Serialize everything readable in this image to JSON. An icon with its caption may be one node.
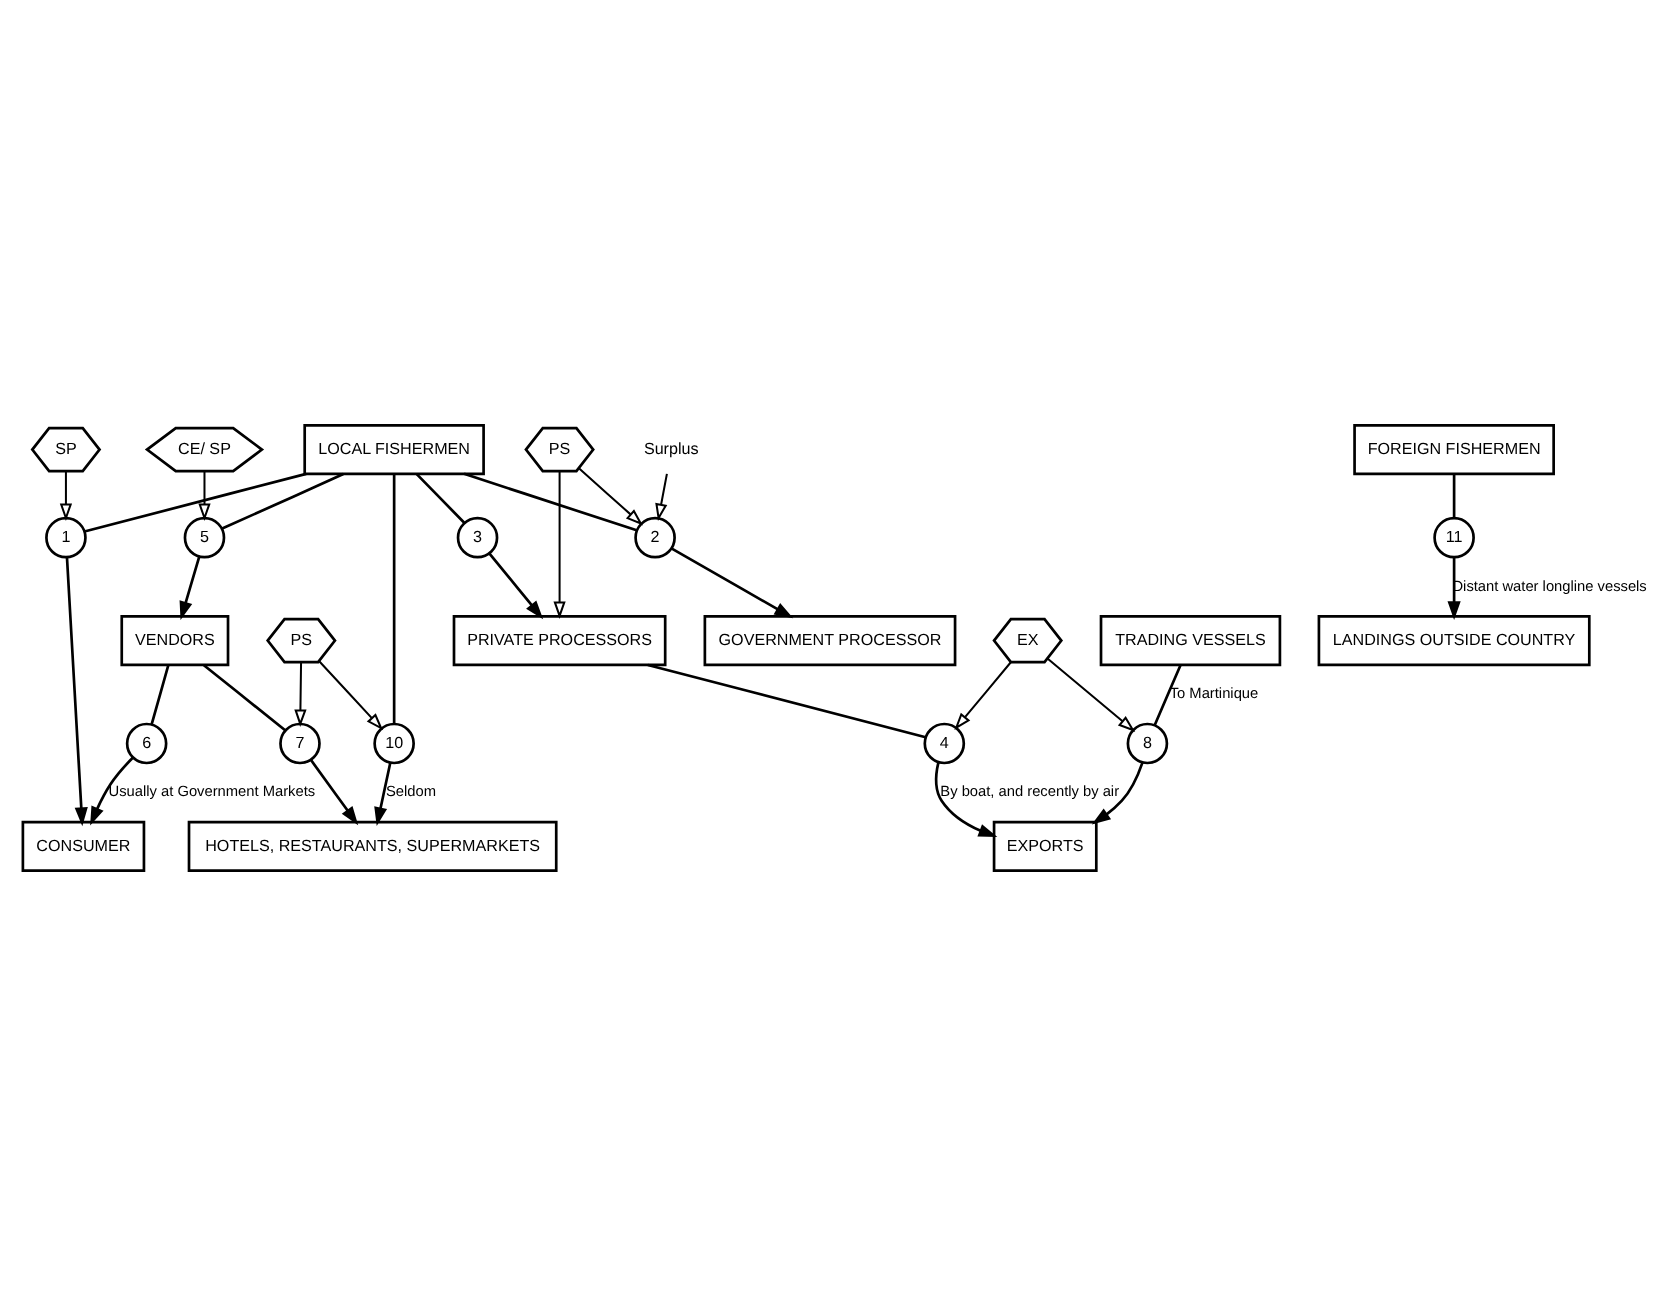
{
  "diagram": {
    "nodes": [
      {
        "text": [
          "CONSUMER"
        ]
      },
      {
        "text": [
          "GOVERNMENT PROCESSOR"
        ]
      },
      {
        "text": [
          "LANDINGS OUTSIDE COUNTRY"
        ]
      },
      {
        "text": [
          "SP"
        ]
      },
      {
        "text": [
          "Surplus"
        ]
      },
      {
        "text": [
          "1"
        ]
      },
      {
        "text": [
          "PS"
        ]
      },
      {
        "text": [
          "PRIVATE PROCESSORS"
        ]
      },
      {
        "text": [
          "2"
        ]
      },
      {
        "text": [
          "11"
        ]
      },
      {
        "text": [
          "LOCAL FISHERMEN"
        ]
      },
      {
        "text": [
          "3"
        ]
      },
      {
        "text": [
          "CE/ SP"
        ]
      },
      {
        "text": [
          "FOREIGN FISHERMEN"
        ]
      },
      {
        "text": [
          "5"
        ]
      },
      {
        "text": [
          "6"
        ]
      },
      {
        "text": [
          "VENDORS"
        ]
      },
      {
        "text": [
          "10"
        ]
      },
      {
        "text": [
          "PS"
        ]
      },
      {
        "text": [
          "7"
        ]
      },
      {
        "text": [
          "EX"
        ]
      },
      {
        "text": [
          "TRADING VESSELS"
        ]
      },
      {
        "text": [
          "4"
        ]
      },
      {
        "text": [
          "HOTELS, RESTAURANTS, SUPERMARKETS"
        ]
      },
      {
        "text": [
          "8"
        ]
      },
      {
        "text": [
          "EXPORTS"
        ]
      }
    ],
    "edges": [
      {
        "from": 10,
        "to": 5,
        "arrow": "none"
      },
      {
        "from": 5,
        "to": 0,
        "arrow": "to"
      },
      {
        "from": 10,
        "to": 8,
        "arrow": "none"
      },
      {
        "from": 8,
        "to": 1,
        "arrow": "to"
      },
      {
        "from": 10,
        "to": 11,
        "arrow": "none"
      },
      {
        "from": 11,
        "to": 7,
        "arrow": "to"
      },
      {
        "from": 7,
        "to": 22,
        "arrow": "none"
      },
      {
        "from": 22,
        "to": 25,
        "arrow": "to",
        "label": "By boat, and recently by air"
      },
      {
        "from": 10,
        "to": 14,
        "arrow": "none"
      },
      {
        "from": 14,
        "to": 16,
        "arrow": "to"
      },
      {
        "from": 16,
        "to": 15,
        "arrow": "none"
      },
      {
        "from": 15,
        "to": 0,
        "arrow": "to",
        "label": "Usually at Government Markets"
      },
      {
        "from": 16,
        "to": 19,
        "arrow": "none"
      },
      {
        "from": 19,
        "to": 23,
        "arrow": "to"
      },
      {
        "from": 21,
        "to": 24,
        "arrow": "none",
        "label": "To Martinique"
      },
      {
        "from": 24,
        "to": 25,
        "arrow": "to"
      },
      {
        "from": 13,
        "to": 9,
        "arrow": "none"
      },
      {
        "from": 9,
        "to": 2,
        "arrow": "to",
        "label": "Distant water longline vessels"
      },
      {
        "from": 10,
        "to": 17,
        "arrow": "none"
      },
      {
        "from": 17,
        "to": 23,
        "arrow": "to",
        "label": "Seldom"
      },
      {
        "from": 3,
        "to": 5,
        "arrow": "to"
      },
      {
        "from": 4,
        "to": 8,
        "arrow": "to"
      },
      {
        "from": 6,
        "to": 8,
        "arrow": "to"
      },
      {
        "from": 6,
        "to": 7,
        "arrow": "to"
      },
      {
        "from": 12,
        "to": 14,
        "arrow": "to"
      },
      {
        "from": 18,
        "to": 17,
        "arrow": "to"
      },
      {
        "from": 18,
        "to": 19,
        "arrow": "to"
      },
      {
        "from": 20,
        "to": 22,
        "arrow": "to"
      },
      {
        "from": 20,
        "to": 24,
        "arrow": "to"
      }
    ]
  }
}
